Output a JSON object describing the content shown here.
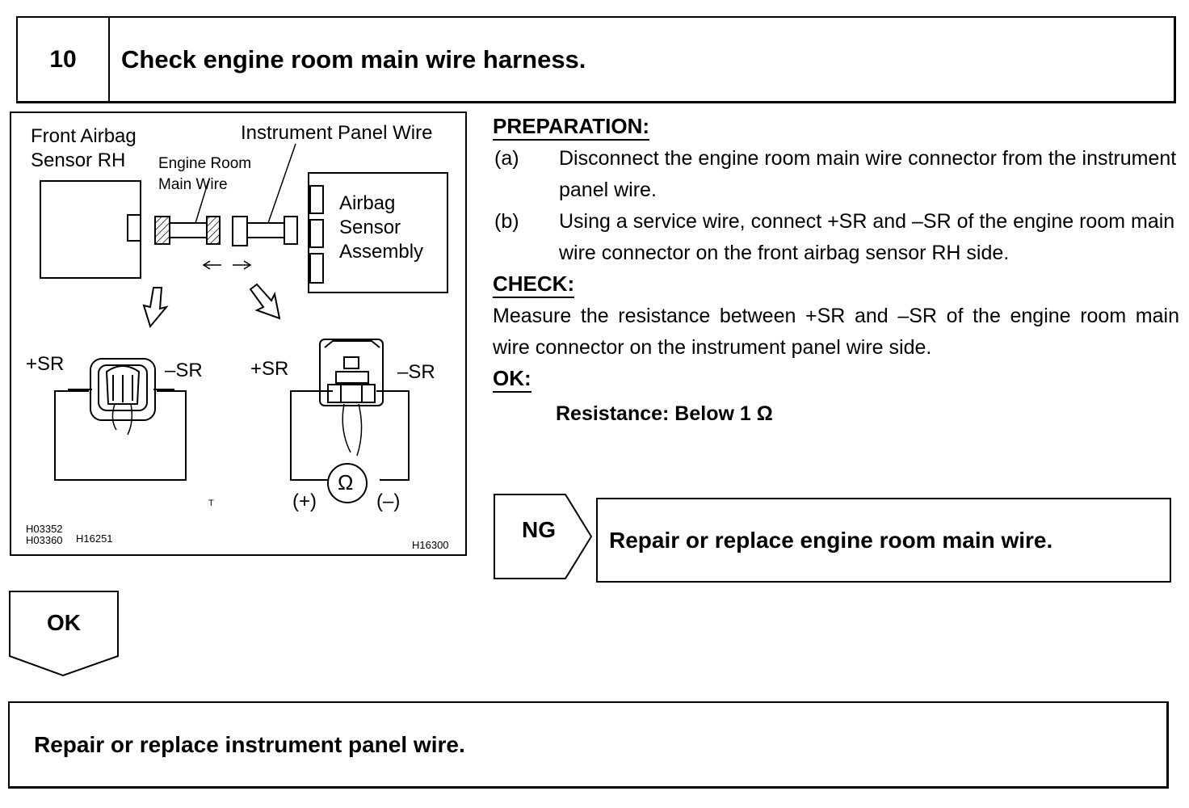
{
  "header": {
    "step_number": "10",
    "title": "Check engine room main wire harness."
  },
  "figure": {
    "label_front_airbag_sensor": "Front Airbag\nSensor RH",
    "label_instrument_panel_wire": "Instrument Panel Wire",
    "label_engine_room_main_wire": "Engine Room\nMain Wire",
    "label_airbag_sensor_assembly": "Airbag\nSensor\nAssembly",
    "left_plus": "+SR",
    "left_minus": "–SR",
    "right_plus": "+SR",
    "right_minus": "–SR",
    "meter_symbol": "Ω",
    "meter_plus": "(+)",
    "meter_minus": "(–)",
    "stray_mark": "T",
    "code_bottom_left": "H03352\nH03360",
    "code_mid": "H16251",
    "code_bottom_right": "H16300"
  },
  "preparation": {
    "heading": "PREPARATION:",
    "steps": [
      {
        "letter": "(a)",
        "text": "Disconnect the engine room main wire connector from the instrument panel wire."
      },
      {
        "letter": "(b)",
        "text": "Using a service wire, connect +SR and –SR of the engine room main wire connector on the front airbag sensor RH side."
      }
    ]
  },
  "check": {
    "heading": "CHECK:",
    "text": "Measure the resistance between +SR and –SR of the engine room main wire connector on the instrument panel wire side."
  },
  "ok_spec": {
    "heading": "OK:",
    "text": "Resistance: Below 1 Ω"
  },
  "ng_branch": {
    "label": "NG",
    "action": "Repair or replace engine room main wire."
  },
  "ok_branch": {
    "label": "OK",
    "action": "Repair or replace instrument panel wire."
  }
}
